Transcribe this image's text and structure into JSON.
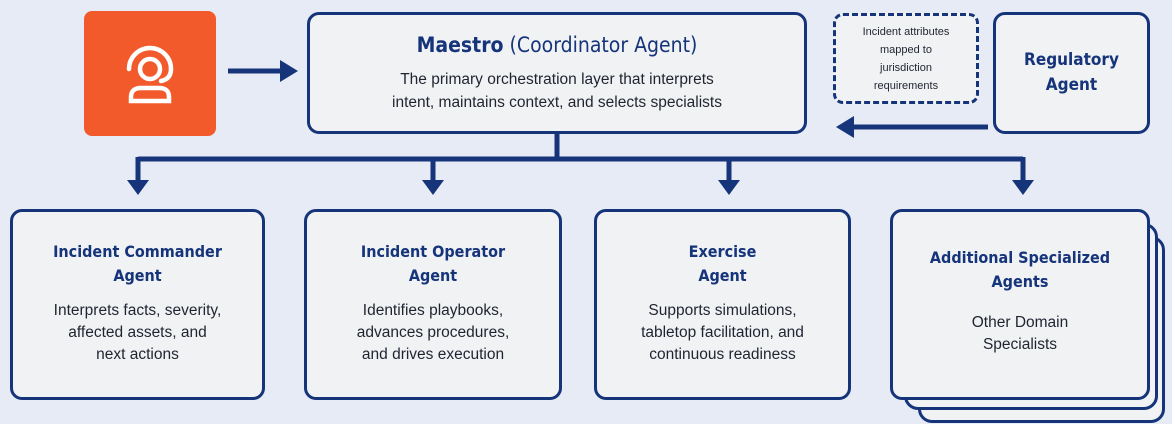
{
  "user_icon": {
    "icon": "headset-user-icon",
    "color": "#f25a2b"
  },
  "maestro": {
    "title_bold": "Maestro",
    "title_rest": " (Coordinator Agent)",
    "description_line1": "The primary orchestration layer that interprets",
    "description_line2": "intent, maintains context, and selects specialists"
  },
  "attribute_note": {
    "line1": "Incident attributes",
    "line2": "mapped to",
    "line3": "jurisdiction",
    "line4": "requirements"
  },
  "regulatory": {
    "line1": "Regulatory",
    "line2": "Agent"
  },
  "agents": [
    {
      "title_line1": "Incident Commander",
      "title_line2": "Agent",
      "desc_line1": "Interprets facts, severity,",
      "desc_line2": "affected assets, and",
      "desc_line3": "next actions"
    },
    {
      "title_line1": "Incident Operator",
      "title_line2": "Agent",
      "desc_line1": "Identifies playbooks,",
      "desc_line2": "advances procedures,",
      "desc_line3": "and drives execution"
    },
    {
      "title_line1": "Exercise",
      "title_line2": "Agent",
      "desc_line1": "Supports simulations,",
      "desc_line2": "tabletop facilitation, and",
      "desc_line3": "continuous readiness"
    },
    {
      "title_line1": "Additional Specialized",
      "title_line2": "Agents",
      "desc_line1": "Other Domain",
      "desc_line2": "Specialists"
    }
  ],
  "colors": {
    "accent": "#15347a",
    "user_tile": "#f25a2b",
    "box_fill": "#f1f2f4",
    "background": "#e6ebf6"
  }
}
